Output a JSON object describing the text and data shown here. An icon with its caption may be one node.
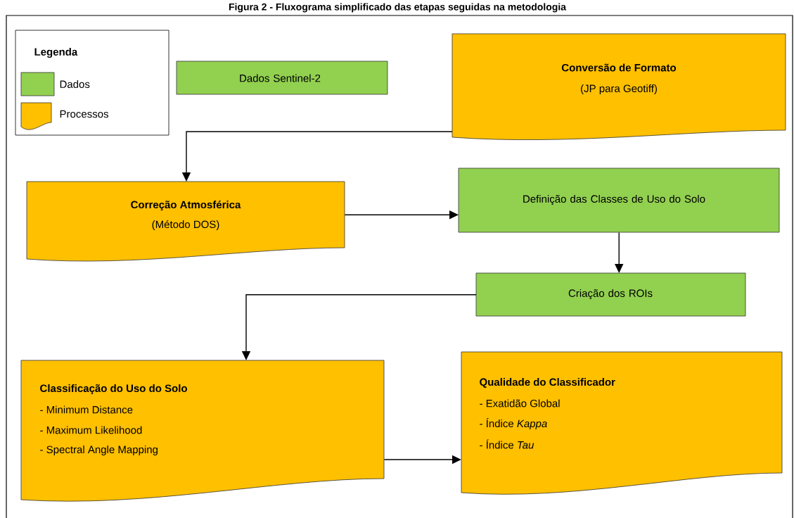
{
  "diagram": {
    "title": "Figura 2 - Fluxograma simplificado das etapas seguidas na metodologia",
    "nodes": [
      {
        "text": [
          "Dados Sentinel-2"
        ]
      },
      {
        "text": [
          "Conversão de Formato",
          "(JP para Geotiff)"
        ]
      },
      {
        "text": [
          "Correção Atmosférica",
          "(Método DOS)"
        ]
      },
      {
        "text": [
          "Definição das Classes de Uso do Solo"
        ]
      },
      {
        "text": [
          "Criação dos ROIs"
        ]
      },
      {
        "text": [
          "Classificação do Uso do Solo",
          "- Minimum Distance",
          "- Maximum Likelihood",
          "- Spectral Angle Mapping"
        ]
      },
      {
        "text": [
          "Qualidade do Classificador",
          "- Exatidão Global",
          "- Índice *Kappa*",
          "- Índice *Tau*"
        ]
      }
    ],
    "edges": [
      {
        "from": 1,
        "to": 2,
        "arrow": "to"
      },
      {
        "from": 2,
        "to": 3,
        "arrow": "to"
      },
      {
        "from": 3,
        "to": 4,
        "arrow": "to"
      },
      {
        "from": 4,
        "to": 5,
        "arrow": "to"
      },
      {
        "from": 5,
        "to": 6,
        "arrow": "to"
      }
    ],
    "labels": [
      "Legenda"
    ],
    "legend": [
      {
        "text": "Dados",
        "color": "#92d050"
      },
      {
        "text": "Processos",
        "color": "#ffc000"
      }
    ]
  }
}
